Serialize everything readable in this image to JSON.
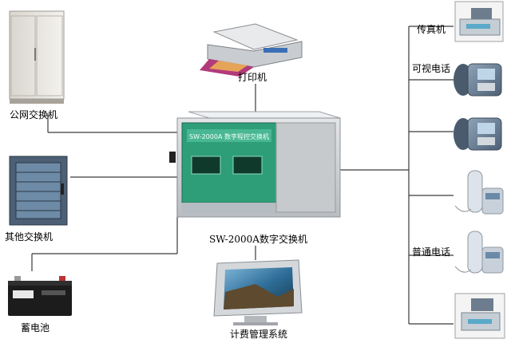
{
  "labels": {
    "printer": "打印机",
    "public_exchange": "公网交换机",
    "other_exchange": "其他交换机",
    "battery": "蓄电池",
    "main_switch": "SW-2000A数字交换机",
    "billing": "计费管理系统",
    "fax": "传真机",
    "video_phone": "可视电话",
    "ordinary_phone": "普通电话"
  },
  "device": {
    "panel_title": "SW-2000A 数字程控交换机"
  },
  "colors": {
    "line": "#3a3a3a",
    "cabinet_green": "#2e9e78",
    "case_grey": "#c9cdd1"
  }
}
